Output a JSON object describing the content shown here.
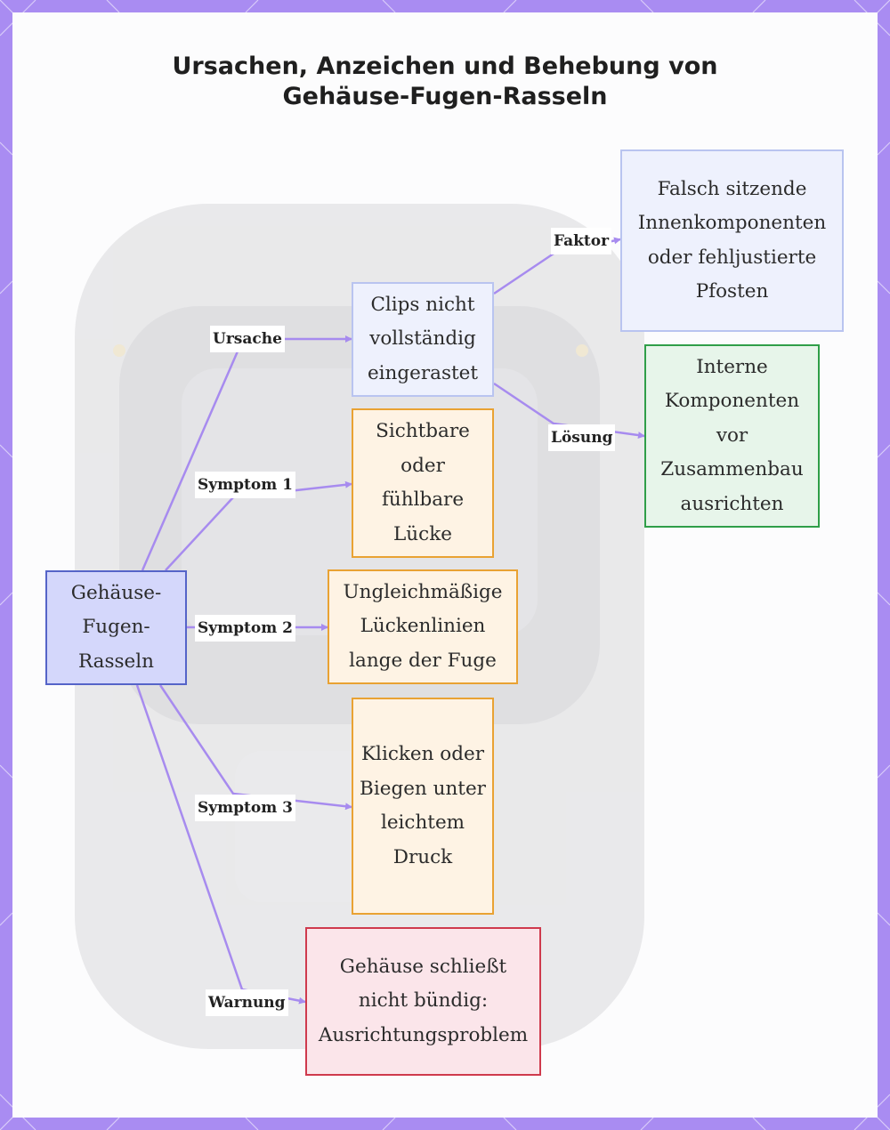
{
  "title": {
    "line1": "Ursachen, Anzeichen und Behebung von",
    "line2": "Gehäuse-Fugen-Rasseln"
  },
  "nodes": {
    "root": "Gehäuse-Fugen-Rasseln",
    "cause": "Clips nicht vollständig eingerastet",
    "factor": "Falsch sitzende Innenkomponenten oder fehljustierte Pfosten",
    "solution": "Interne Komponenten vor Zusammenbau ausrichten",
    "symptom1": "Sichtbare oder fühlbare Lücke",
    "symptom2": "Ungleichmäßige Lückenlinien lange der Fuge",
    "symptom3": "Klicken oder Biegen unter leichtem Druck",
    "warning": "Gehäuse schließt nicht bündig: Ausrichtungsproblem"
  },
  "edge_labels": {
    "ursache": "Ursache",
    "faktor": "Faktor",
    "loesung": "Lösung",
    "symptom1": "Symptom 1",
    "symptom2": "Symptom 2",
    "symptom3": "Symptom 3",
    "warnung": "Warnung"
  },
  "colors": {
    "edge": "#a78bef",
    "frame": "#a98cf2",
    "root_fill": "#d4d7fb",
    "root_border": "#5564c8",
    "cause_border": "#b9c4f0",
    "symptom_border": "#e9a233",
    "solution_border": "#2f9e48",
    "warning_border": "#cf3a4d"
  }
}
